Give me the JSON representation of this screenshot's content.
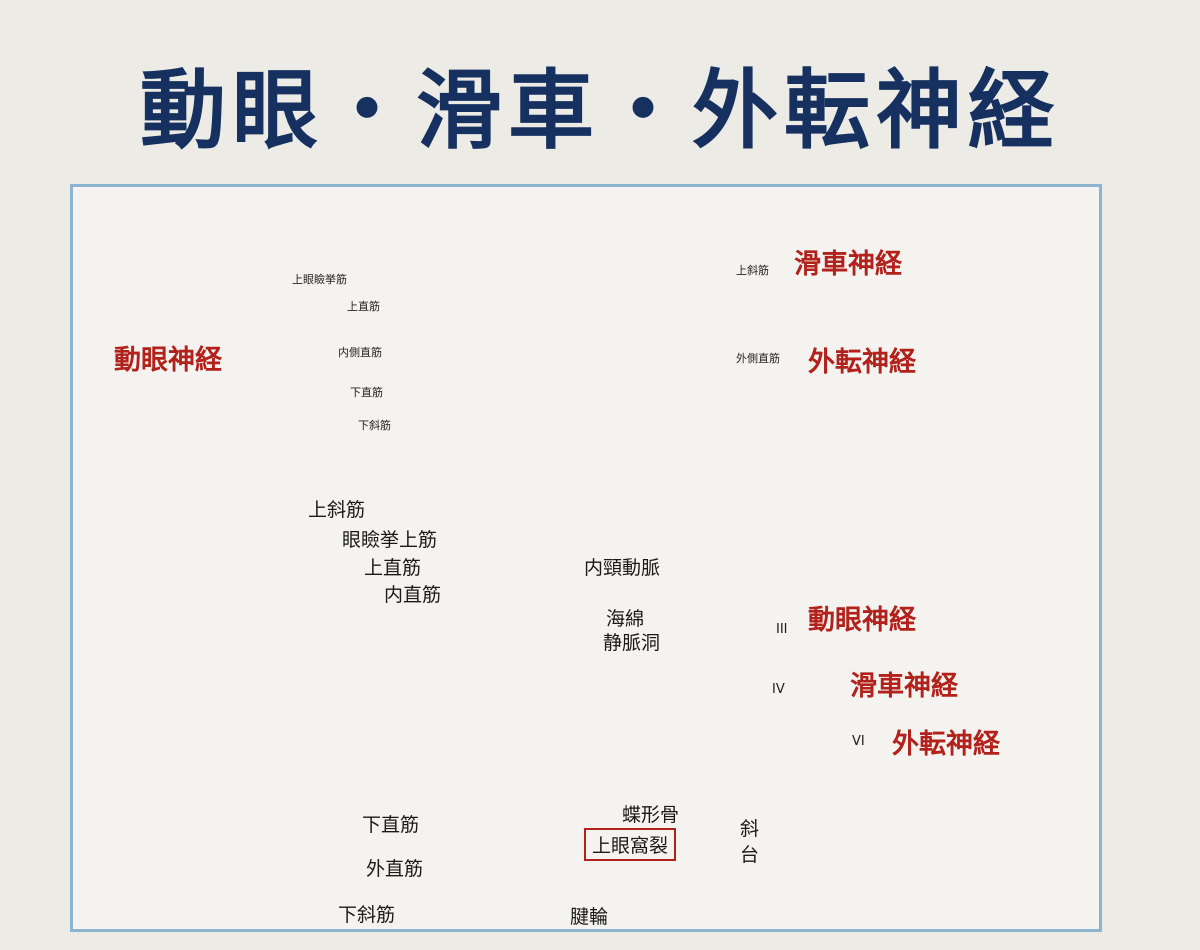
{
  "title": "動眼・滑車・外転神経",
  "top": {
    "muscles": {
      "levator": "上眼瞼挙筋",
      "sup_rectus": "上直筋",
      "med_rectus": "内側直筋",
      "inf_rectus": "下直筋",
      "inf_oblique": "下斜筋",
      "sup_oblique": "上斜筋",
      "lat_rectus": "外側直筋"
    },
    "nerves": {
      "oculomotor": "動眼神経",
      "trochlear": "滑車神経",
      "abducens": "外転神経"
    }
  },
  "bottom": {
    "labels": {
      "sup_oblique": "上斜筋",
      "levator": "眼瞼挙上筋",
      "sup_rectus": "上直筋",
      "med_rectus": "内直筋",
      "int_carotid": "内頸動脈",
      "cav_sinus_1": "海綿",
      "cav_sinus_2": "静脈洞",
      "sphenoid": "蝶形骨",
      "sup_orbital_fissure": "上眼窩裂",
      "clivus_1": "斜",
      "clivus_2": "台",
      "annulus": "腱輪",
      "inf_rectus": "下直筋",
      "lat_rectus": "外直筋",
      "inf_oblique": "下斜筋"
    },
    "roman": {
      "iii": "III",
      "iv": "IV",
      "vi": "VI"
    },
    "nerves": {
      "oculomotor": "動眼神経",
      "trochlear": "滑車神経",
      "abducens": "外転神経"
    }
  },
  "colors": {
    "title": "#16305f",
    "nerve_label": "#b2211b",
    "border": "#8cb3cf"
  }
}
